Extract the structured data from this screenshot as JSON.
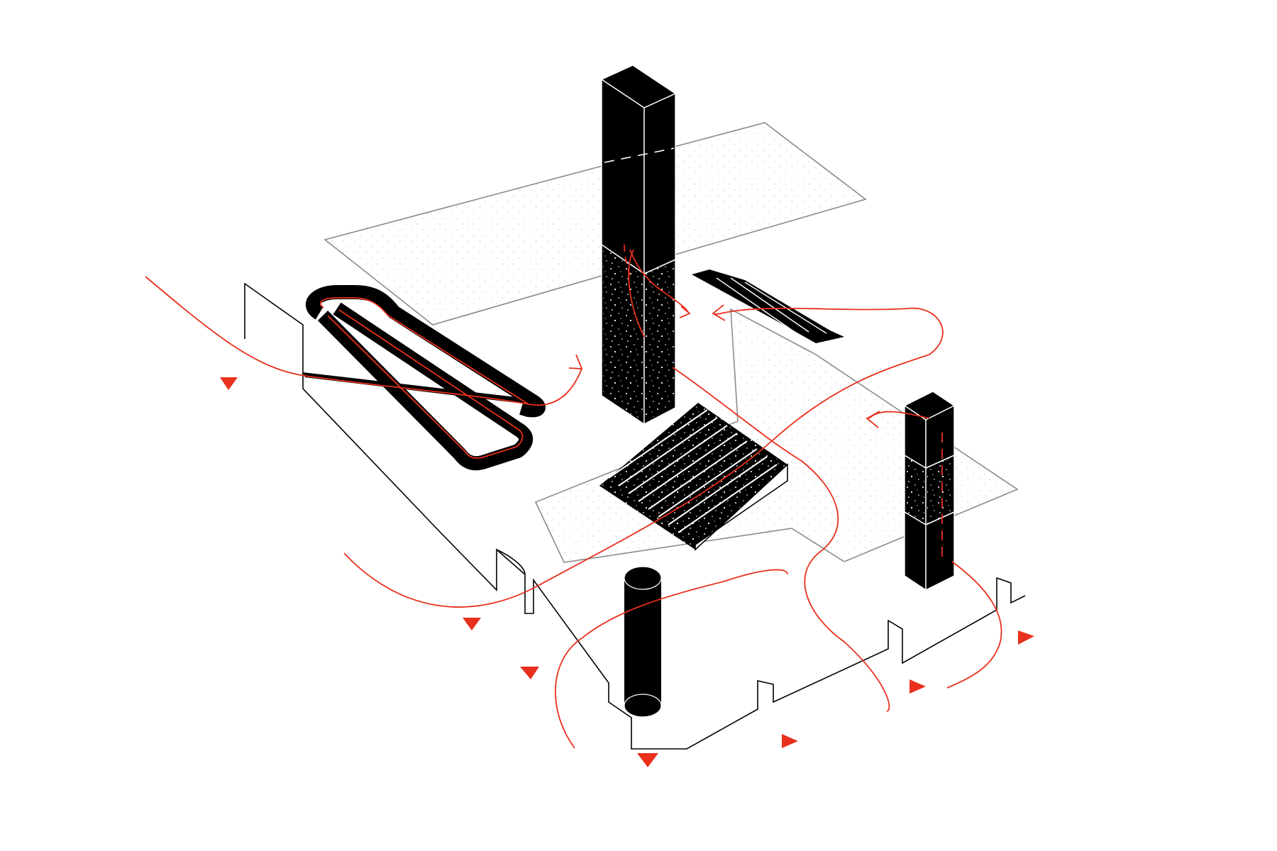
{
  "diagram": {
    "kind": "axonometric-circulation-diagram",
    "labels": [],
    "colors": {
      "background": "#ffffff",
      "solid": "#000000",
      "plane_outline": "#8a8a8a",
      "plane_dots": "#d6d6d6",
      "circulation_path": "#e8301c",
      "section_line": "#000000"
    },
    "elements": [
      {
        "name": "upper-floor-plane"
      },
      {
        "name": "lower-floor-plane"
      },
      {
        "name": "ground-section-outline"
      },
      {
        "name": "tall-core-tower"
      },
      {
        "name": "short-core-tower"
      },
      {
        "name": "cylinder-column"
      },
      {
        "name": "looped-ramp"
      },
      {
        "name": "lower-stair"
      },
      {
        "name": "upper-stair"
      },
      {
        "name": "circulation-paths"
      },
      {
        "name": "direction-arrows"
      }
    ]
  }
}
